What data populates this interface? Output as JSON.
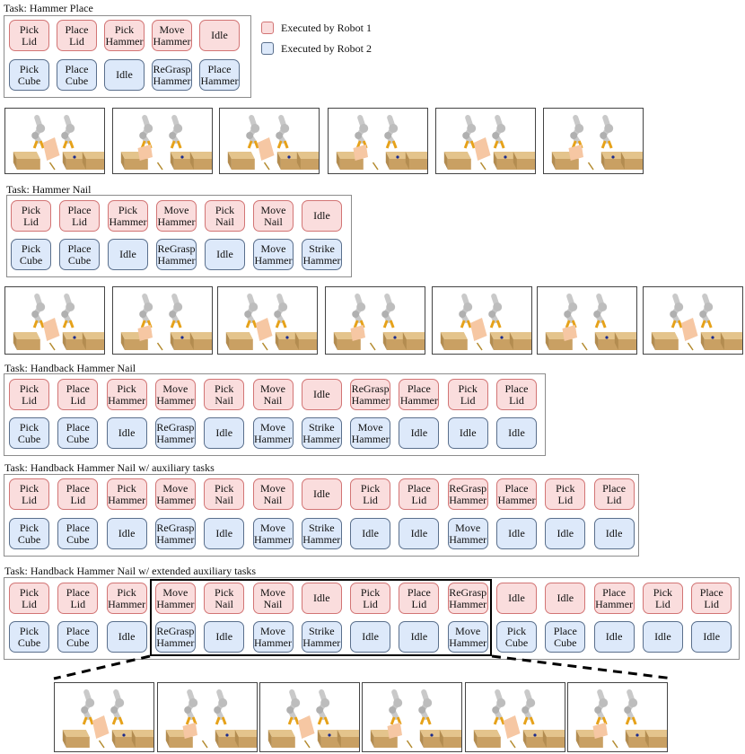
{
  "legend": {
    "robot1": {
      "label": "Executed by Robot 1",
      "color": "#fadddd"
    },
    "robot2": {
      "label": "Executed by Robot 2",
      "color": "#dde9fa"
    }
  },
  "sections": [
    {
      "title": "Task: Hammer Place",
      "robot1": [
        "Pick\nLid",
        "Place\nLid",
        "Pick\nHammer",
        "Move\nHammer",
        "Idle"
      ],
      "robot2": [
        "Pick\nCube",
        "Place\nCube",
        "Idle",
        "ReGrasp\nHammer",
        "Place\nHammer"
      ],
      "frames": 6
    },
    {
      "title": "Task: Hammer Nail",
      "robot1": [
        "Pick\nLid",
        "Place\nLid",
        "Pick\nHammer",
        "Move\nHammer",
        "Pick\nNail",
        "Move\nNail",
        "Idle"
      ],
      "robot2": [
        "Pick\nCube",
        "Place\nCube",
        "Idle",
        "ReGrasp\nHammer",
        "Idle",
        "Move\nHammer",
        "Strike\nHammer"
      ],
      "frames": 7
    },
    {
      "title": "Task: Handback Hammer Nail",
      "robot1": [
        "Pick\nLid",
        "Place\nLid",
        "Pick\nHammer",
        "Move\nHammer",
        "Pick\nNail",
        "Move\nNail",
        "Idle",
        "ReGrasp\nHammer",
        "Place\nHammer",
        "Pick\nLid",
        "Place\nLid"
      ],
      "robot2": [
        "Pick\nCube",
        "Place\nCube",
        "Idle",
        "ReGrasp\nHammer",
        "Idle",
        "Move\nHammer",
        "Strike\nHammer",
        "Move\nHammer",
        "Idle",
        "Idle",
        "Idle"
      ]
    },
    {
      "title": "Task: Handback Hammer Nail w/ auxiliary tasks",
      "robot1": [
        "Pick\nLid",
        "Place\nLid",
        "Pick\nHammer",
        "Move\nHammer",
        "Pick\nNail",
        "Move\nNail",
        "Idle",
        "Pick\nLid",
        "Place\nLid",
        "ReGrasp\nHammer",
        "Place\nHammer",
        "Pick\nLid",
        "Place\nLid"
      ],
      "robot2": [
        "Pick\nCube",
        "Place\nCube",
        "Idle",
        "ReGrasp\nHammer",
        "Idle",
        "Move\nHammer",
        "Strike\nHammer",
        "Idle",
        "Idle",
        "Move\nHammer",
        "Idle",
        "Idle",
        "Idle"
      ]
    },
    {
      "title": "Task: Handback Hammer Nail w/ extended auxiliary tasks",
      "robot1": [
        "Pick\nLid",
        "Place\nLid",
        "Pick\nHammer",
        "Move\nHammer",
        "Pick\nNail",
        "Move\nNail",
        "Idle",
        "Pick\nLid",
        "Place\nLid",
        "ReGrasp\nHammer",
        "Idle",
        "Idle",
        "Place\nHammer",
        "Pick\nLid",
        "Place\nLid"
      ],
      "robot2": [
        "Pick\nCube",
        "Place\nCube",
        "Idle",
        "ReGrasp\nHammer",
        "Idle",
        "Move\nHammer",
        "Strike\nHammer",
        "Idle",
        "Idle",
        "Move\nHammer",
        "Pick\nCube",
        "Place\nCube",
        "Idle",
        "Idle",
        "Idle"
      ],
      "frames": 6
    }
  ]
}
